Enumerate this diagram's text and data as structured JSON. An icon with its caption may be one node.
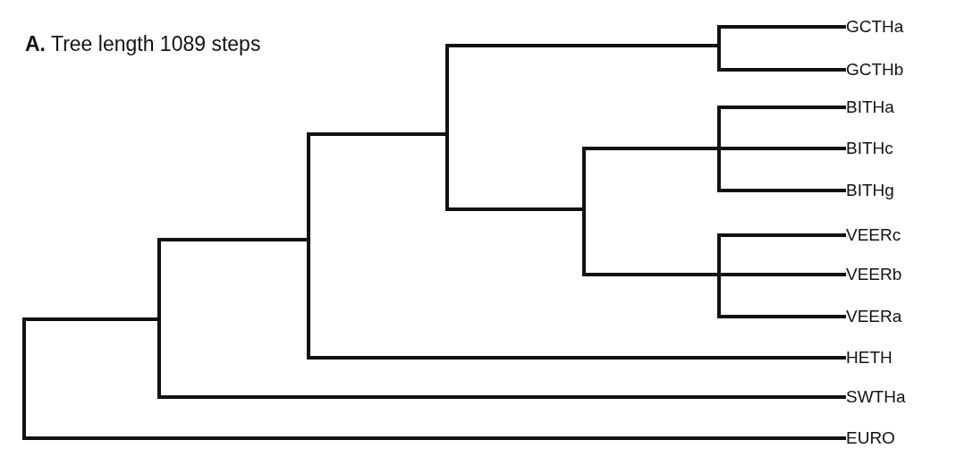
{
  "diagram": {
    "title": "**A.** Tree length 1089 steps",
    "nodes": [
      {
        "text": [
          "GCTHa"
        ]
      },
      {
        "text": [
          "GCTHb"
        ]
      },
      {
        "text": [
          "BITHa"
        ]
      },
      {
        "text": [
          "BITHc"
        ]
      },
      {
        "text": [
          "BITHg"
        ]
      },
      {
        "text": [
          "VEERc"
        ]
      },
      {
        "text": [
          "VEERb"
        ]
      },
      {
        "text": [
          "VEERa"
        ]
      },
      {
        "text": [
          "HETH"
        ]
      },
      {
        "text": [
          "SWTHa"
        ]
      },
      {
        "text": [
          "EURO"
        ]
      },
      {
        "text": [],
        "shape": "bar"
      },
      {
        "text": [],
        "shape": "bar"
      },
      {
        "text": [],
        "shape": "bar"
      },
      {
        "text": [],
        "shape": "bar"
      },
      {
        "text": [],
        "shape": "bar"
      },
      {
        "text": [],
        "shape": "bar"
      },
      {
        "text": [],
        "shape": "bar"
      },
      {
        "text": [],
        "shape": "bar"
      }
    ],
    "edges": [
      {
        "from": 11,
        "to": 0,
        "arrow": "none"
      },
      {
        "from": 11,
        "to": 1,
        "arrow": "none"
      },
      {
        "from": 12,
        "to": 2,
        "arrow": "none"
      },
      {
        "from": 12,
        "to": 3,
        "arrow": "none"
      },
      {
        "from": 12,
        "to": 4,
        "arrow": "none"
      },
      {
        "from": 13,
        "to": 5,
        "arrow": "none"
      },
      {
        "from": 13,
        "to": 6,
        "arrow": "none"
      },
      {
        "from": 13,
        "to": 7,
        "arrow": "none"
      },
      {
        "from": 14,
        "to": 12,
        "arrow": "none"
      },
      {
        "from": 14,
        "to": 13,
        "arrow": "none"
      },
      {
        "from": 15,
        "to": 11,
        "arrow": "none"
      },
      {
        "from": 15,
        "to": 14,
        "arrow": "none"
      },
      {
        "from": 16,
        "to": 15,
        "arrow": "none"
      },
      {
        "from": 16,
        "to": 8,
        "arrow": "none"
      },
      {
        "from": 17,
        "to": 16,
        "arrow": "none"
      },
      {
        "from": 17,
        "to": 9,
        "arrow": "none"
      },
      {
        "from": 18,
        "to": 17,
        "arrow": "none"
      },
      {
        "from": 18,
        "to": 10,
        "arrow": "none"
      }
    ]
  }
}
